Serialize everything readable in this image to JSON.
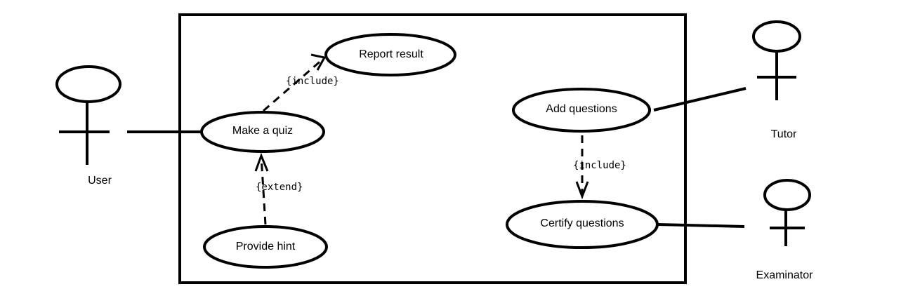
{
  "diagram": {
    "actors": {
      "user": "User",
      "tutor": "Tutor",
      "examinator": "Examinator"
    },
    "use_cases": {
      "report_result": "Report result",
      "make_quiz": "Make a quiz",
      "provide_hint": "Provide hint",
      "add_questions": "Add questions",
      "certify_questions": "Certify questions"
    },
    "relations": {
      "include_1": "{include}",
      "extend": "{extend}",
      "include_2": "{include}"
    }
  }
}
